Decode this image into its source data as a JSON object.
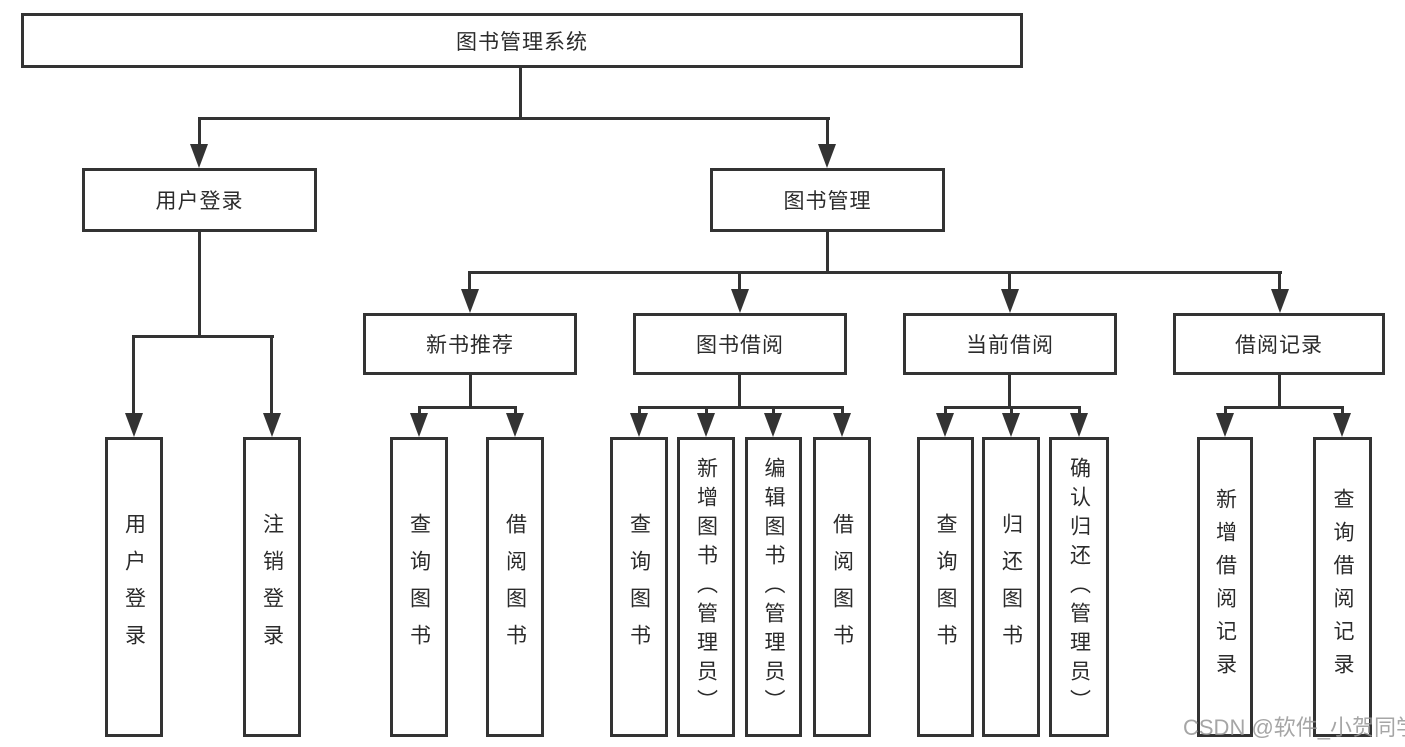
{
  "diagram": {
    "root": "图书管理系统",
    "login": {
      "label": "用户登录",
      "children": [
        "用户登录",
        "注销登录"
      ]
    },
    "mgmt": {
      "label": "图书管理",
      "sections": [
        {
          "label": "新书推荐",
          "children": [
            "查询图书",
            "借阅图书"
          ]
        },
        {
          "label": "图书借阅",
          "children": [
            "查询图书",
            "新增图书（管理员）",
            "编辑图书（管理员）",
            "借阅图书"
          ]
        },
        {
          "label": "当前借阅",
          "children": [
            "查询图书",
            "归还图书",
            "确认归还（管理员）"
          ]
        },
        {
          "label": "借阅记录",
          "children": [
            "新增借阅记录",
            "查询借阅记录"
          ]
        }
      ]
    }
  },
  "watermark": "CSDN @软件_小贺同学",
  "colors": {
    "line": "#333333",
    "text": "#2b2b2b",
    "background": "#ffffff",
    "watermark_text": "#969696"
  }
}
